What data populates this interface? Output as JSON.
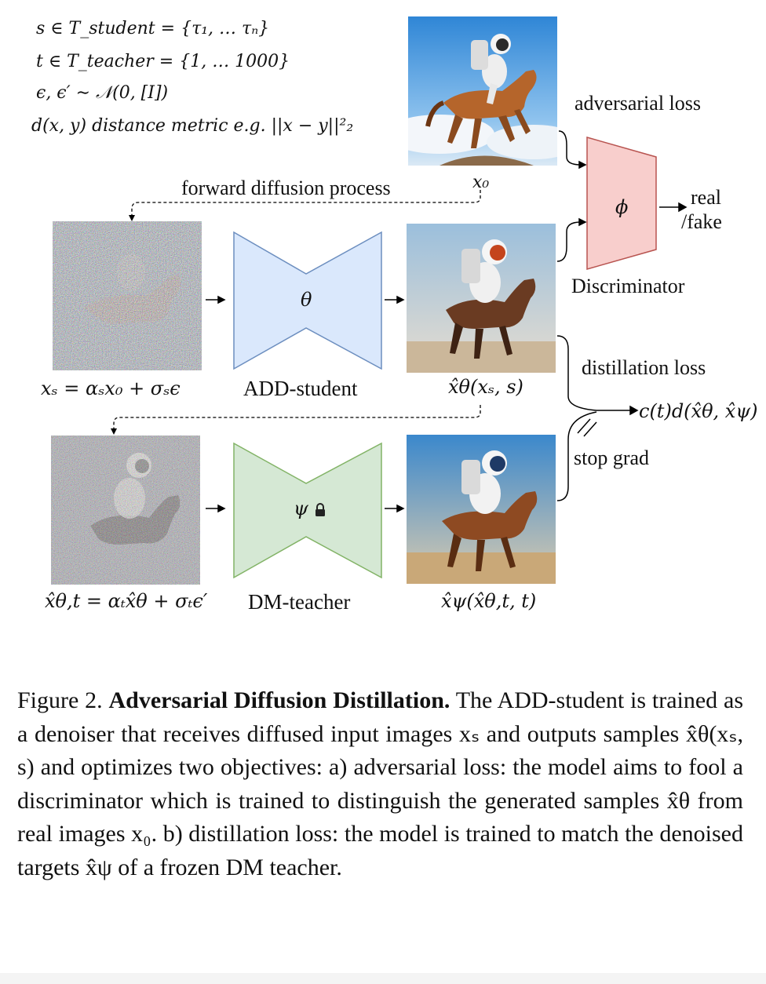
{
  "definitions": {
    "line1": "s ∈ T_student = {τ₁, … τₙ}",
    "line2": "t ∈ T_teacher = {1, … 1000}",
    "line3": "ϵ, ϵ′ ∼ 𝒩(0, [I])",
    "line4": "d(x, y) distance metric e.g. ||x − y||²₂"
  },
  "labels": {
    "x0": "x₀",
    "forward_diffusion": "forward diffusion process",
    "adversarial_loss": "adversarial loss",
    "discriminator_symbol": "ϕ",
    "real_fake_1": "real",
    "real_fake_2": "/fake",
    "discriminator": "Discriminator",
    "student_symbol": "θ",
    "xs_eq": "xₛ = αₛx₀ + σₛϵ",
    "add_student": "ADD-student",
    "xhat_theta": "x̂θ(xₛ, s)",
    "distillation_loss": "distillation loss",
    "distill_expr": "c(t)d(x̂θ, x̂ψ)",
    "stop_grad": "stop grad",
    "teacher_symbol": "ψ",
    "xhat_theta_t_eq": "x̂θ,t = αₜx̂θ + σₜϵ′",
    "dm_teacher": "DM-teacher",
    "xhat_psi": "x̂ψ(x̂θ,t, t)"
  },
  "caption": {
    "prefix": "Figure 2.",
    "title": "Adversarial Diffusion Distillation.",
    "body": "The ADD-student is trained as a denoiser that receives diffused input images xₛ and outputs samples x̂θ(xₛ, s) and optimizes two objectives: a) adversarial loss: the model aims to fool a discriminator which is trained to distinguish the generated samples x̂θ from real images x₀. b) distillation loss: the model is trained to match the denoised targets x̂ψ of a frozen DM teacher."
  },
  "colors": {
    "student_fill": "#dae8fc",
    "student_stroke": "#6c8ebf",
    "teacher_fill": "#d5e8d4",
    "teacher_stroke": "#82b366",
    "disc_fill": "#f8cecc",
    "disc_stroke": "#b85450"
  },
  "icons": {
    "lock": "lock-icon"
  }
}
